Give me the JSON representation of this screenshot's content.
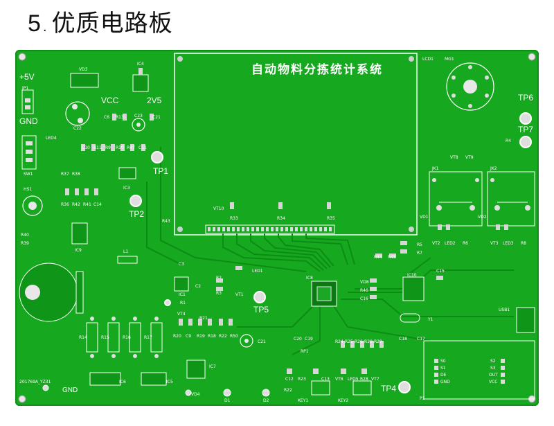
{
  "heading": {
    "number": "5",
    "separator": ".",
    "title": "优质电路板"
  },
  "board": {
    "lcd_title": "自动物料分拣统计系统",
    "power_labels": {
      "plus5v": "+5V",
      "gnd": "GND",
      "vcc": "VCC",
      "v25": "2V5"
    },
    "test_points": [
      "TP1",
      "TP2",
      "TP4",
      "TP5",
      "TP6",
      "TP7"
    ],
    "bottom_gnd": "GND",
    "serial_code": "201769A_YZ31",
    "refs": {
      "jp1": "JP1",
      "vd3": "VD3",
      "ic4": "IC4",
      "lcd1": "LCD1",
      "mg1": "MG1",
      "c22": "C22",
      "c23": "C23",
      "c6": "C6",
      "r13": "R13",
      "c21": "C21",
      "led4": "LED4",
      "sw1": "SW1",
      "hs1": "HS1",
      "r40": "R40",
      "r39": "R39",
      "c10": "C10",
      "r11": "R11",
      "r9": "R9",
      "r10": "R10",
      "r47": "R47",
      "c11": "C11",
      "r37": "R37",
      "r38": "R38",
      "ic3": "IC3",
      "r36": "R36",
      "r42": "R42",
      "r41": "R41",
      "c14": "C14",
      "ic9": "IC9",
      "l1": "L1",
      "r43": "R43",
      "vt10": "VT10",
      "r33": "R33",
      "r34": "R34",
      "r35": "R35",
      "ic8": "IC8",
      "ic10": "IC10",
      "c15": "C15",
      "vd8": "VD8",
      "r46": "R46",
      "c16": "C16",
      "jk1": "JK1",
      "jk2": "JK2",
      "vd1": "VD1",
      "vd2": "VD2",
      "vt2": "VT2",
      "led2": "LED2",
      "r6": "R6",
      "vt3": "VT3",
      "led3": "LED3",
      "r8": "R8",
      "r5": "R5",
      "r7": "R7",
      "r44": "R44",
      "r45": "R45",
      "c18": "C18",
      "c17": "C17",
      "y1": "Y1",
      "usb1": "USB1",
      "p1": "P1",
      "ic1": "IC1",
      "c3": "C3",
      "c2": "C2",
      "r1": "R1",
      "r2": "R2",
      "r3": "R3",
      "vt1": "VT1",
      "led1": "LED1",
      "vt4": "VT4",
      "r21": "R21",
      "r20": "R20",
      "c9": "C9",
      "r19": "R19",
      "r18": "R18",
      "r22": "R22",
      "r50": "R50",
      "c21b": "C21",
      "r14": "R14",
      "r15": "R15",
      "r16": "R16",
      "r17": "R17",
      "ic6": "IC6",
      "ic5": "IC5",
      "ic7": "IC7",
      "vd4": "VD4",
      "d1": "D1",
      "d2": "D2",
      "c20": "C20",
      "c19": "C19",
      "rp1": "RP1",
      "c12": "C12",
      "r23": "R23",
      "vt6": "VT6",
      "c13": "C13",
      "r24": "R24",
      "r25": "R25",
      "r26": "R26",
      "r30": "R30",
      "r29": "R29",
      "led5": "LED5",
      "r28": "R28",
      "vt7": "VT7",
      "r22b": "R22",
      "key1": "KEY1",
      "key2": "KEY2",
      "vt8": "VT8",
      "vt9": "VT9",
      "r4": "R4"
    },
    "p1_pins": [
      "S0",
      "S1",
      "DE",
      "GND"
    ],
    "right_pins": [
      "S2",
      "S3",
      "OUT",
      "VCC"
    ]
  },
  "colors": {
    "board": "#16a81e",
    "silk": "#ffffff",
    "copper": "#d8d8d8",
    "trace": "#0f9418"
  }
}
